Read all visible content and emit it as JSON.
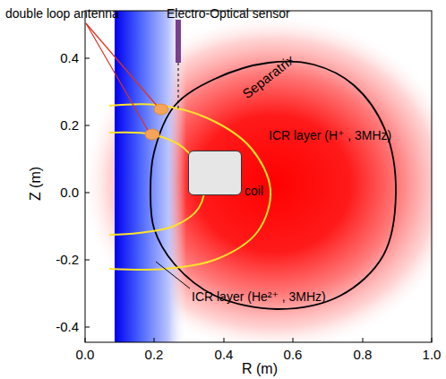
{
  "diagram": {
    "nodes": [
      {
        "text": [
          "coil"
        ]
      }
    ],
    "labels": [
      "double loop antenna",
      "Electro-Optical sensor",
      "Separatrix",
      "ICR layer (H⁺ , 3MHz)",
      "ICR layer (He²⁺ , 3MHz)",
      "0.4",
      "0.2",
      "0.0",
      "-0.2",
      "-0.4",
      "0.0",
      "0.2",
      "0.4",
      "0.6",
      "0.8",
      "1.0",
      "Z (m)",
      "R (m)"
    ]
  }
}
